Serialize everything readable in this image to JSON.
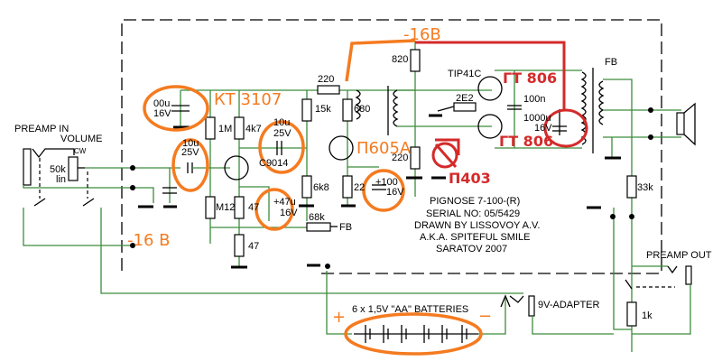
{
  "title_block": {
    "line1": "PIGNOSE 7-100-(R)",
    "line2": "SERIAL NO: 05/5429",
    "line3": "DRAWN BY LISSOVOY A.V.",
    "line4": "A.K.A. SPITEFUL SMILE",
    "line5": "SARATOV 2007"
  },
  "io_labels": {
    "preamp_in": "PREAMP IN",
    "volume": "VOLUME",
    "preamp_out": "PREAMP OUT",
    "batteries": "6 x 1,5V \"AA\" BATTERIES",
    "adapter": "9V-ADAPTER"
  },
  "components": {
    "pot_value": "50k",
    "pot_taper": "lin",
    "pot_cw": "CW",
    "c_filter_value": "00u",
    "c_filter_voltage": "16V",
    "c_in_value": "10u",
    "c_in_voltage": "25V",
    "r_1m": "1M",
    "r_4k7": "4k7",
    "c_coupling_value": "10u",
    "c_coupling_voltage": "25V",
    "q1_type": "C9014",
    "r_15k": "15k",
    "r_220_top": "220",
    "r_680": "680",
    "r_6k8": "6k8",
    "r_22": "22",
    "c_100_value": "+100",
    "c_100_voltage": "16V",
    "r_m12": "M12",
    "r_47_emitter": "47",
    "c_47_value": "+47u",
    "c_47_voltage": "16V",
    "r_68k": "68k",
    "fb_left": "FB",
    "r_47_bottom": "47",
    "r_820": "820",
    "r_220_mid": "220",
    "q_out_type": "TIP41C",
    "r_2e2": "2E2",
    "c_100n": "100n",
    "c_1000_value": "1000u",
    "c_1000_voltage": "16V",
    "fb_right": "FB",
    "r_33k": "33k",
    "r_1k": "1k"
  },
  "annotations": {
    "q1_replacement": "КТ 3107",
    "q2_replacement": "П605А",
    "supply_top": "-16В",
    "supply_left": "-16 В",
    "q_out_top_replacement": "ГТ 806",
    "q_out_bottom_replacement": "ГТ 806",
    "removed_transistor": "П403",
    "battery_plus": "+",
    "battery_minus": "−"
  },
  "colors": {
    "wire": "#3c8c3c",
    "orange_markup": "#f47b20",
    "red_markup": "#d42a2a"
  }
}
